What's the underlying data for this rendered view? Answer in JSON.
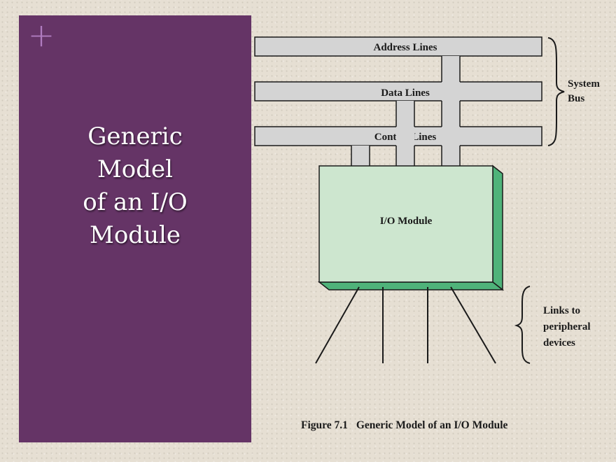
{
  "slide": {
    "title_lines": [
      "Generic",
      "Model",
      "of an I/O",
      "Module"
    ],
    "accent_icon": "plus-icon"
  },
  "diagram": {
    "bus_lines": [
      "Address Lines",
      "Data Lines",
      "Control Lines"
    ],
    "system_bus_label": [
      "System",
      "Bus"
    ],
    "module_label": "I/O Module",
    "peripheral_label": [
      "Links to",
      "peripheral",
      "devices"
    ],
    "caption_number": "Figure 7.1",
    "caption_text": "Generic Model of an I/O Module"
  },
  "colors": {
    "panel": "#653466",
    "module_face": "#cde6cf",
    "module_edge": "#4fb37a",
    "bus_fill": "#d4d4d4"
  }
}
